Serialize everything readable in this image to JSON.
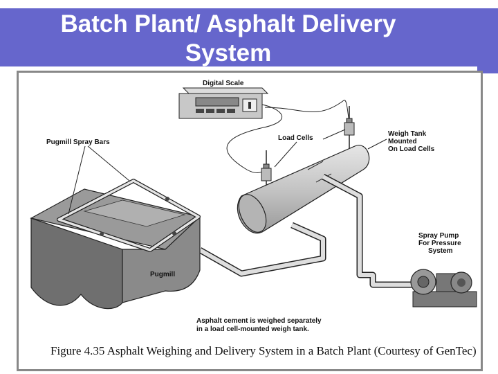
{
  "slide": {
    "title_line1": "Batch Plant/ Asphalt Delivery",
    "title_line2": "System"
  },
  "figure": {
    "labels": {
      "digital_scale": "Digital Scale",
      "load_cells": "Load Cells",
      "pugmill_spray_bars": "Pugmill Spray Bars",
      "weigh_tank_1": "Weigh Tank",
      "weigh_tank_2": "Mounted",
      "weigh_tank_3": "On Load Cells",
      "spray_pump_1": "Spray Pump",
      "spray_pump_2": "For Pressure",
      "spray_pump_3": "System",
      "pugmill": "Pugmill",
      "note_1": "Asphalt cement is weighed separately",
      "note_2": "in a load cell-mounted weigh tank."
    },
    "caption": "Figure 4.35  Asphalt Weighing and Delivery System in a Batch Plant (Courtesy of GenTec)"
  },
  "colors": {
    "title_bg": "#6666cc",
    "title_text": "#ffffff"
  }
}
